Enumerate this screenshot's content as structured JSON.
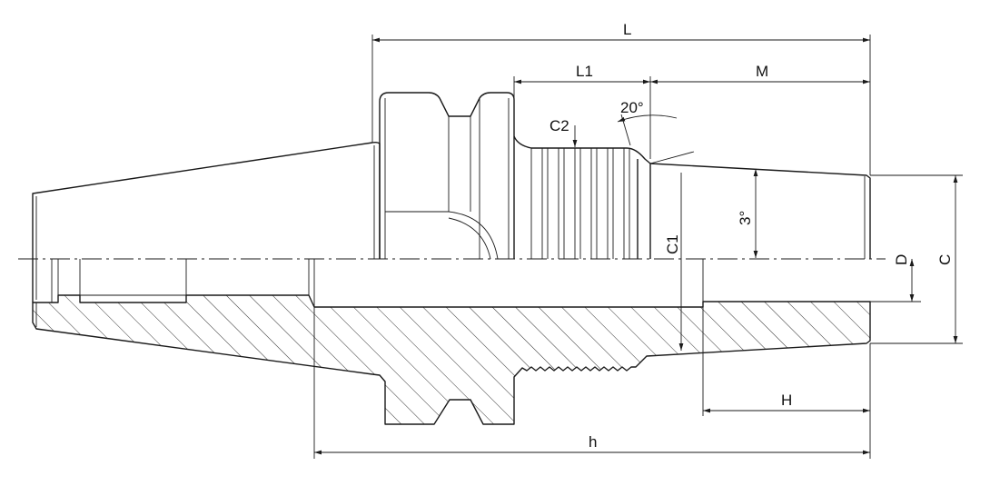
{
  "labels": {
    "L": "L",
    "L1": "L1",
    "M": "M",
    "C2": "C2",
    "angle_20": "20°",
    "angle_3": "3°",
    "C1": "C1",
    "D": "D",
    "C": "C",
    "H": "H",
    "h": "h"
  }
}
